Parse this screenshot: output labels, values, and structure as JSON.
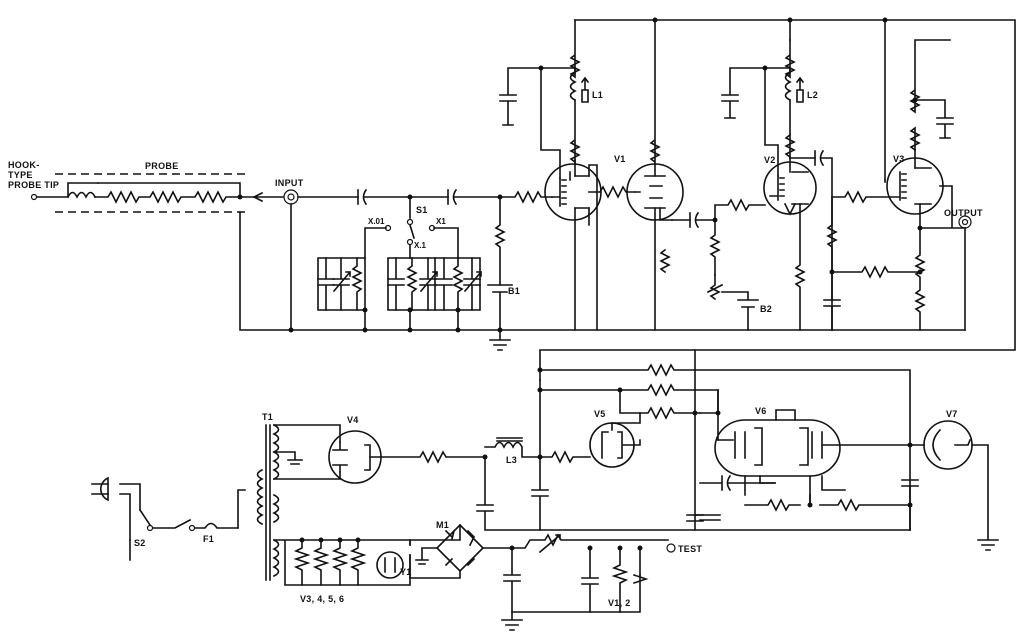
{
  "labels": {
    "probe_tip_1": "HOOK-",
    "probe_tip_2": "TYPE",
    "probe_tip_3": "PROBE TIP",
    "probe": "PROBE",
    "input": "INPUT",
    "output": "OUTPUT",
    "test": "TEST",
    "range_x01": "X.01",
    "range_x1": "X1",
    "range_x_1": "X.1",
    "s1": "S1",
    "s2": "S2",
    "f1": "F1",
    "b1": "B1",
    "b2": "B2",
    "l1": "L1",
    "l2": "L2",
    "l3": "L3",
    "t1": "T1",
    "m1": "M1",
    "y1": "Y1",
    "v1": "V1",
    "v2": "V2",
    "v3": "V3",
    "v4": "V4",
    "v5": "V5",
    "v6": "V6",
    "v7": "V7",
    "heaters": "V3, 4, 5, 6",
    "v12": "V1, 2"
  }
}
